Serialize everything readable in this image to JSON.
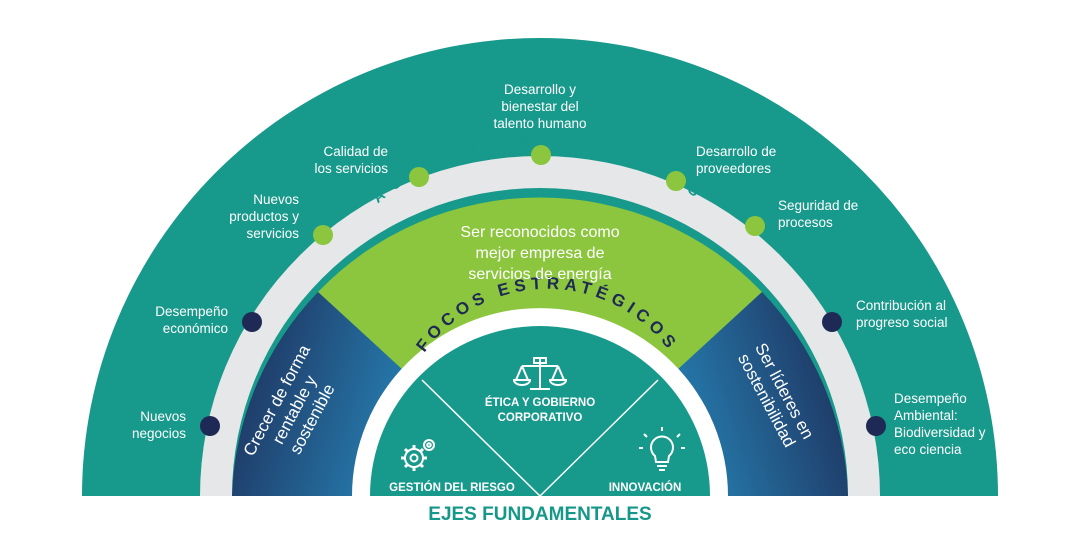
{
  "diagram": {
    "asuntos_materiales": {
      "title": "ASUNTOS MATERIALES",
      "items": [
        "Nuevos\nproductos  y\nservicios",
        "Calidad de\nlos servicios",
        "Desarrollo y\nbienestar del\ntalento humano",
        "Desarrollo de\nproveedores",
        "Seguridad de\nprocesos"
      ]
    },
    "outer_items": [
      "Desempeño\neconómico",
      "Nuevos\nnegocios",
      "Contribución al\nprogreso social",
      "Desempeño\nAmbiental:\nBiodiversidad y\neco ciencia"
    ],
    "mission": "Ser reconocidos como\nmejor  empresa de\nservicios de energía",
    "pillars": {
      "left": "Crecer de forma\nrentable y\nsostenible",
      "right": "Ser líderes en\nsostenibilidad"
    },
    "focos_estrategicos": {
      "title": "FOCOS ESTRATÉGICOS",
      "items": [
        {
          "label": "ÉTICA Y GOBIERNO\nCORPORATIVO",
          "icon": "scales-icon"
        },
        {
          "label": "GESTIÓN DEL RIESGO",
          "icon": "gears-icon"
        },
        {
          "label": "INNOVACIÓN",
          "icon": "lightbulb-icon"
        }
      ]
    },
    "footer": "EJES FUNDAMENTALES",
    "colors": {
      "teal": "#17998b",
      "light_gray": "#e6e7e8",
      "green": "#8cc63f",
      "navy": "#1e2a55",
      "cyan": "#29a9df"
    }
  }
}
